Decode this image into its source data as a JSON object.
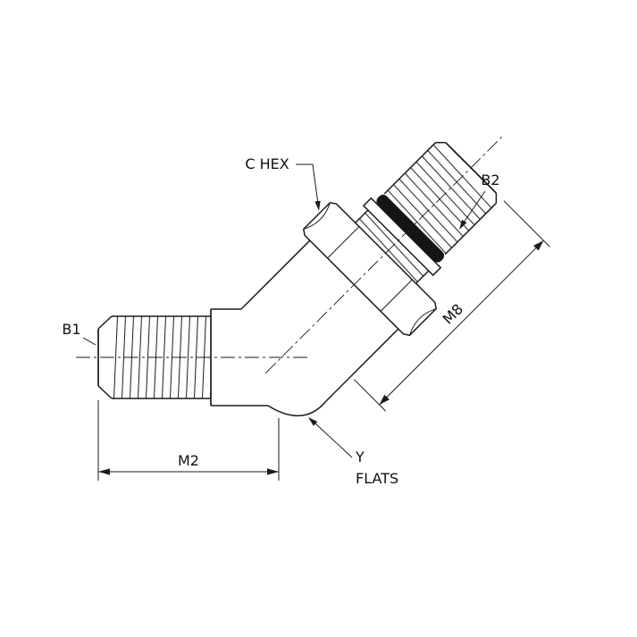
{
  "meta": {
    "background": "#ffffff",
    "line_color": "#1b1b1b",
    "o_ring_color": "#151515"
  },
  "labels": {
    "b1": "B1",
    "b2": "B2",
    "c_hex": "C HEX",
    "m2": "M2",
    "m8": "M8",
    "y_flats": {
      "line1": "Y",
      "line2": "FLATS"
    }
  }
}
